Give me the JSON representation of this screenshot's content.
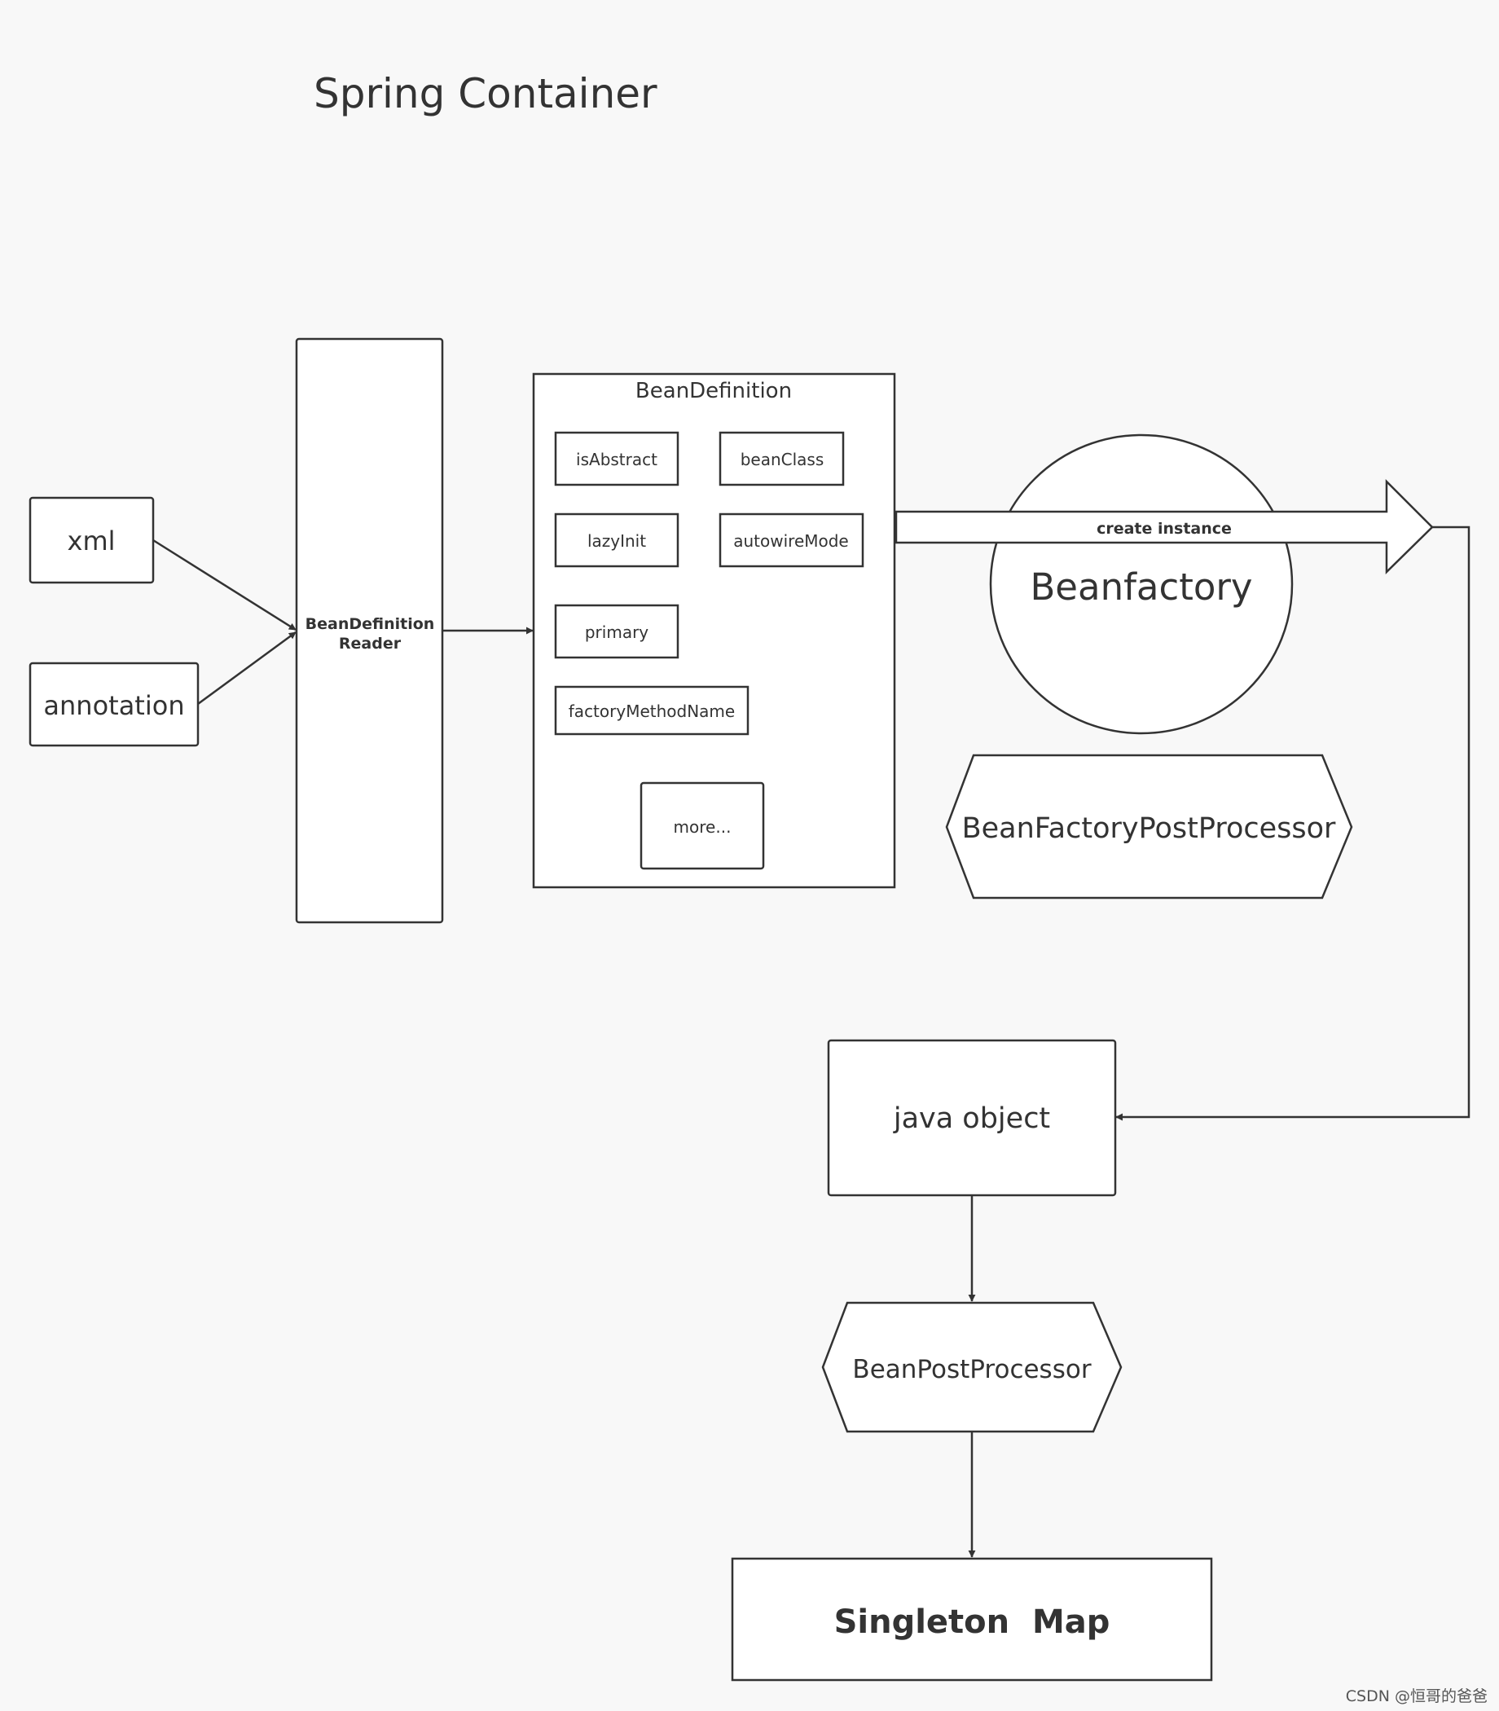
{
  "title": "Spring Container",
  "nodes": {
    "xml": "xml",
    "annotation": "annotation",
    "reader_line1": "BeanDefinition",
    "reader_line2": "Reader",
    "bean_definition": "BeanDefinition",
    "bean_definition_fields": [
      "isAbstract",
      "beanClass",
      "lazyInit",
      "autowireMode",
      "primary",
      "factoryMethodName",
      "more..."
    ],
    "create_instance": "create instance",
    "beanfactory": "Beanfactory",
    "bean_factory_post_processor": "BeanFactoryPostProcessor",
    "java_object": "java object",
    "bean_post_processor": "BeanPostProcessor",
    "singleton_map": "Singleton  Map"
  },
  "watermark": "CSDN @恒哥的爸爸"
}
